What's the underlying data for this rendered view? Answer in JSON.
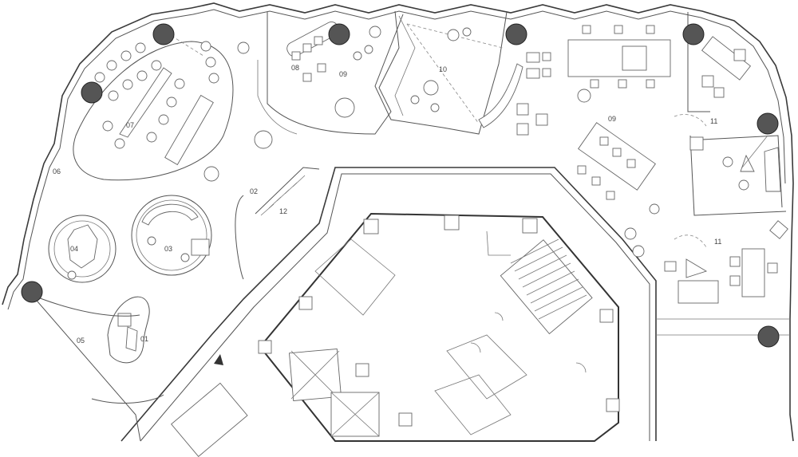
{
  "plan": {
    "room_labels": {
      "r01": "01",
      "r02": "02",
      "r03": "03",
      "r04": "04",
      "r05": "05",
      "r06": "06",
      "r07": "07",
      "r08": "08",
      "r09a": "09",
      "r09b": "09",
      "r10": "10",
      "r11a": "11",
      "r11b": "11",
      "r12": "12"
    },
    "colors": {
      "column": "#555555",
      "line": "#3a3a3a"
    },
    "icons": [
      "north-arrow-icon"
    ]
  }
}
